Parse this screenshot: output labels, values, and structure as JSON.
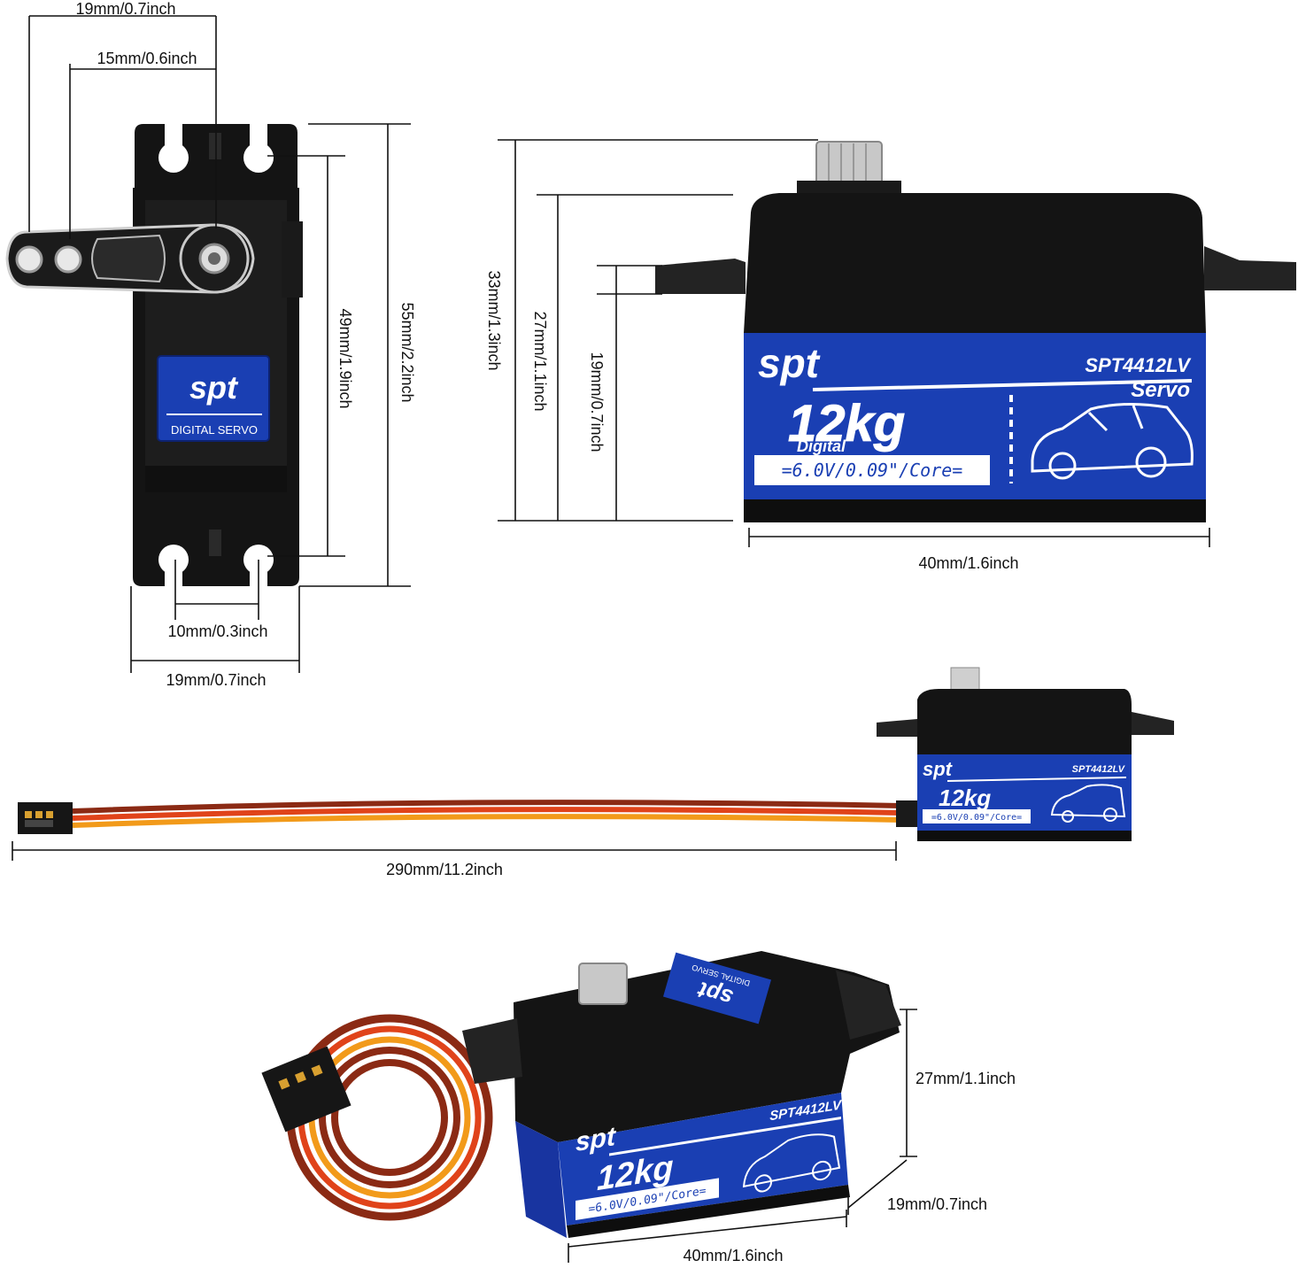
{
  "brand": {
    "logo_text": "spt",
    "model": "SPT4412LV",
    "subtitle": "Servo",
    "torque": "12kg",
    "torque_sub": "Digital",
    "spec_line": "=6.0V/0.09\"/Core=",
    "badge_text": "DIGITAL SERVO"
  },
  "dimensions": {
    "arm_length": "19mm/0.7inch",
    "arm_hole_spacing": "15mm/0.6inch",
    "mount_hole_spacing": "49mm/1.9inch",
    "overall_length": "55mm/2.2inch",
    "mount_hole_gap": "10mm/0.3inch",
    "body_width": "19mm/0.7inch",
    "total_height": "33mm/1.3inch",
    "body_height": "27mm/1.1inch",
    "below_flange_height": "19mm/0.7inch",
    "body_length": "40mm/1.6inch",
    "cable_length": "290mm/11.2inch",
    "iso_height": "27mm/1.1inch",
    "iso_depth": "19mm/0.7inch",
    "iso_length": "40mm/1.6inch"
  },
  "colors": {
    "label_blue": "#1a3fb3",
    "body_black": "#141414",
    "wire_brown": "#8b2a14",
    "wire_red": "#e0431a",
    "wire_orange": "#f29a1a"
  }
}
